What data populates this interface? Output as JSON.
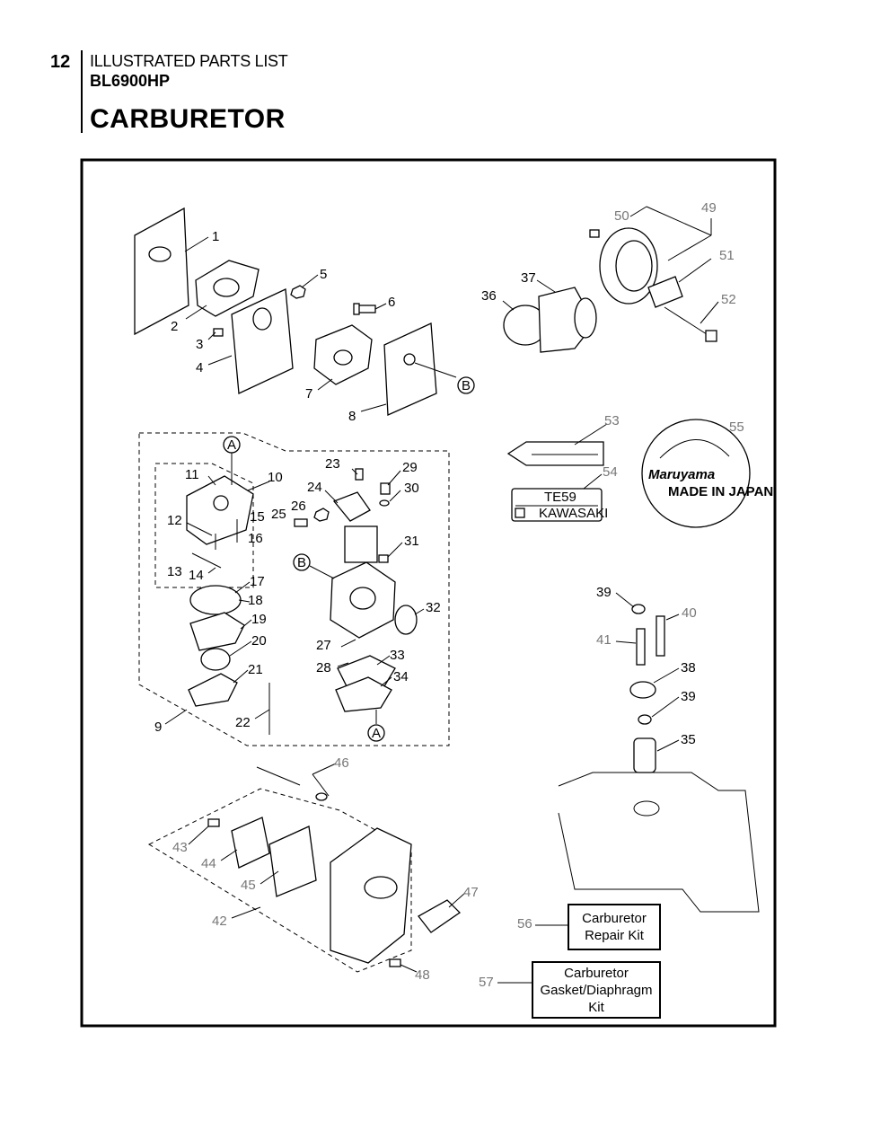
{
  "header": {
    "page_number": "12",
    "subtitle": "ILLUSTRATED PARTS LIST",
    "model": "BL6900HP",
    "title": "CARBURETOR"
  },
  "diagram": {
    "callouts": {
      "p1": "1",
      "p2": "2",
      "p3": "3",
      "p4": "4",
      "p5": "5",
      "p6": "6",
      "p7": "7",
      "p8": "8",
      "p9": "9",
      "p10": "10",
      "p11": "11",
      "p12": "12",
      "p13": "13",
      "p14": "14",
      "p15": "15",
      "p16": "16",
      "p17": "17",
      "p18": "18",
      "p19": "19",
      "p20": "20",
      "p21": "21",
      "p22": "22",
      "p23": "23",
      "p24": "24",
      "p25": "25",
      "p26": "26",
      "p27": "27",
      "p28": "28",
      "p29": "29",
      "p30": "30",
      "p31": "31",
      "p32": "32",
      "p33": "33",
      "p34": "34",
      "p35": "35",
      "p36": "36",
      "p37": "37",
      "p38": "38",
      "p39a": "39",
      "p39b": "39",
      "p40": "40",
      "p41": "41",
      "p42": "42",
      "p43": "43",
      "p44": "44",
      "p45": "45",
      "p46": "46",
      "p47": "47",
      "p48": "48",
      "p49": "49",
      "p50": "50",
      "p51": "51",
      "p52": "52",
      "p53": "53",
      "p54": "54",
      "p55": "55",
      "p56": "56",
      "p57": "57"
    },
    "markers": {
      "a_top": "A",
      "a_bottom": "A",
      "b_right": "B",
      "b_left": "B"
    },
    "label_plate": {
      "model": "TE59",
      "brand": "KAWASAKI"
    },
    "decal_brand": "Maruyama",
    "decal_made_in": "MADE IN JAPAN",
    "kits": {
      "repair": "Carburetor Repair Kit",
      "gasket": "Carburetor Gasket/Diaphragm Kit"
    }
  }
}
